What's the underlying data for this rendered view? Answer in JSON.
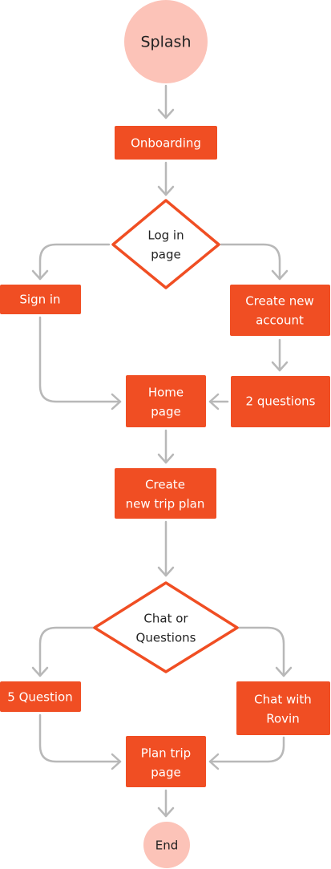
{
  "colors": {
    "process": "#f04e23",
    "terminal": "#fcc3b8",
    "decision_stroke": "#f04e23",
    "connector": "#b8b8b8",
    "text_on_process": "#ffffff",
    "text_dark": "#222222"
  },
  "nodes": {
    "splash": {
      "label": "Splash"
    },
    "onboarding": {
      "label": "Onboarding"
    },
    "login": {
      "line1": "Log in",
      "line2": "page"
    },
    "signin": {
      "label": "Sign in"
    },
    "create_account": {
      "line1": "Create new",
      "line2": "account"
    },
    "two_questions": {
      "label": "2 questions"
    },
    "home": {
      "line1": "Home",
      "line2": "page"
    },
    "create_trip": {
      "line1": "Create",
      "line2": "new trip plan"
    },
    "chat_or_questions": {
      "line1": "Chat or",
      "line2": "Questions"
    },
    "five_question": {
      "label": "5 Question"
    },
    "chat_rovin": {
      "line1": "Chat with",
      "line2": "Rovin"
    },
    "plan_trip": {
      "line1": "Plan trip",
      "line2": "page"
    },
    "end": {
      "label": "End"
    }
  }
}
